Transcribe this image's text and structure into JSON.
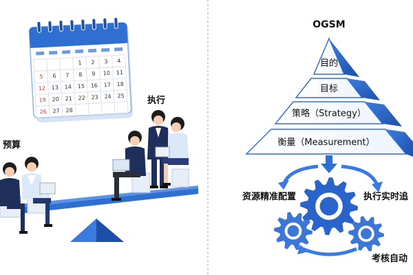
{
  "left_panel": {
    "calendar": {
      "dates": [
        "1",
        "2",
        "3",
        "4",
        "5",
        "6",
        "7",
        "8",
        "9",
        "10",
        "11",
        "12",
        "13",
        "14",
        "15",
        "16",
        "17",
        "18",
        "19",
        "20",
        "21",
        "22",
        "23",
        "24",
        "25",
        "26",
        "27",
        "28"
      ]
    },
    "label_budget": "预算",
    "label_execution": "执行"
  },
  "right_panel": {
    "title": "OGSM",
    "pyramid_levels": [
      "目的",
      "目标",
      "策略（Strategy）",
      "衡量（Measurement）"
    ],
    "label_resources": "资源精准配置",
    "label_execution_realtime": "执行实时追",
    "label_assessment": "考核自动"
  },
  "colors": {
    "primary_blue": "#2f6fd1",
    "dark_blue": "#1d4fa8",
    "light_blue": "#dce9fb",
    "gear_blue": "#2a63c9",
    "red_date": "#d33b3b",
    "divider": "#c9d4e3"
  }
}
